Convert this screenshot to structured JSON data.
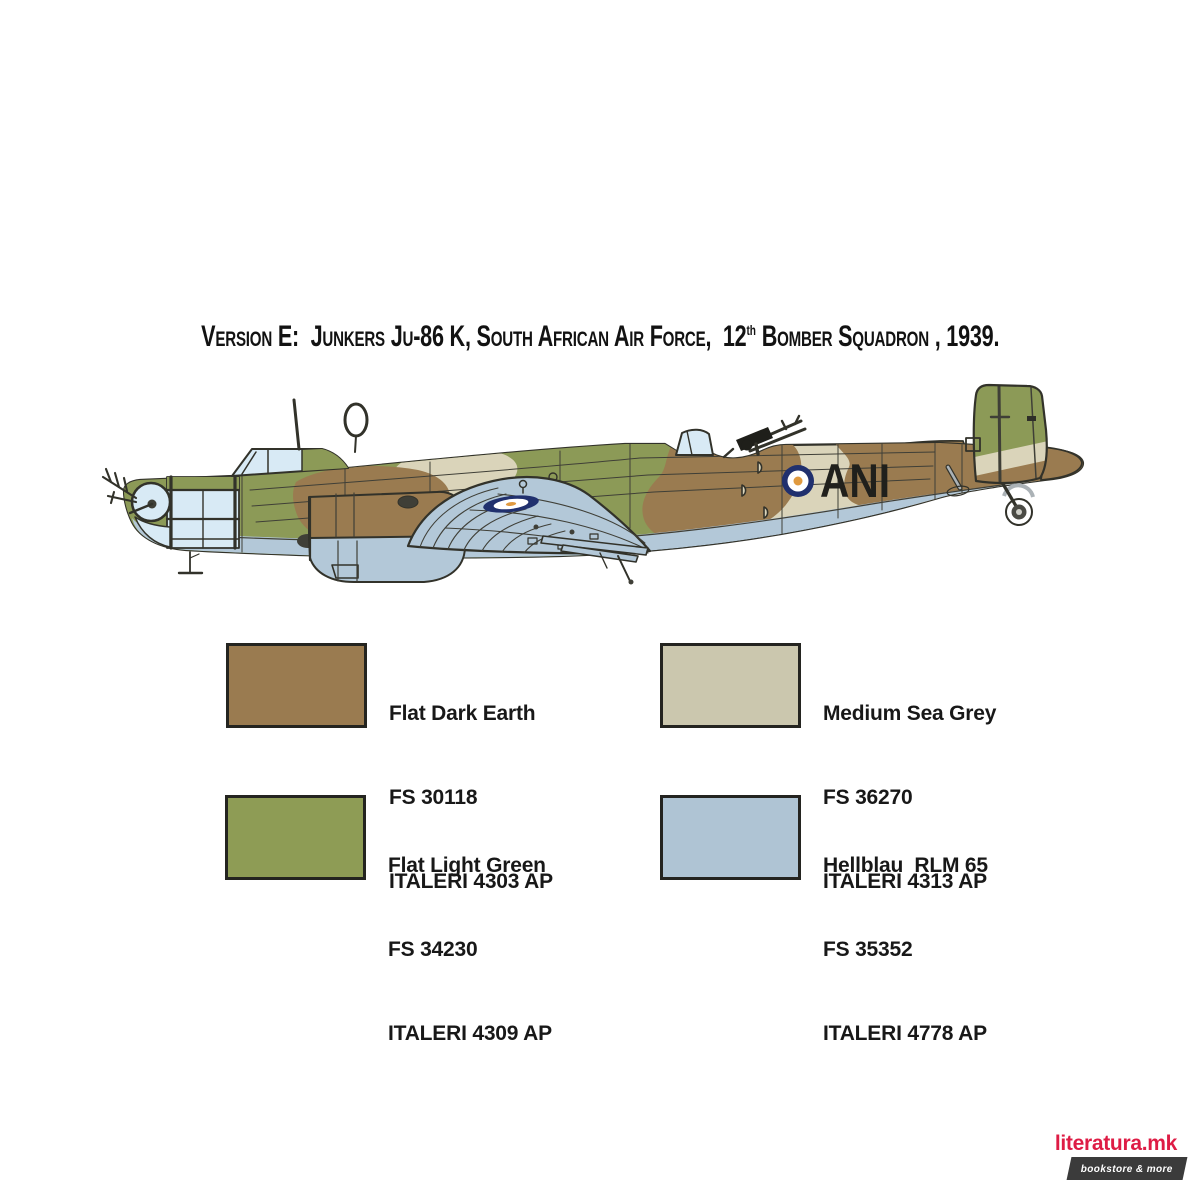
{
  "title": {
    "part1": "Version E:  Junkers Ju-86 K, South African Air Force,  12",
    "superscript": "th",
    "part2": " Bomber Squadron , 1939."
  },
  "aircraft": {
    "subject": "Junkers Ju-86 K side profile in South African Air Force camouflage",
    "squadron_code": "ANI",
    "fuselage_roundel_colors": {
      "ring": "#20306E",
      "middle": "#FFFFFF",
      "center": "#E09A40"
    }
  },
  "theme": {
    "green": "#8C9A57",
    "brown": "#9A7B50",
    "cream": "#DAD4BA",
    "hellblau": "#B3C8D8",
    "glass": "#D8EAF5",
    "outline": "#32322A",
    "dark": "#3F3F37",
    "navy": "#20306E",
    "orange": "#E09A40",
    "metal": "#ABB2B6",
    "red": "#DE1C45",
    "boxgrey": "#3B3B3B"
  },
  "paints": [
    {
      "name": "Flat Dark Earth",
      "fs": "FS 30118",
      "italeri": "ITALERI 4303 AP",
      "hex": "#9A7B50"
    },
    {
      "name": "Medium Sea Grey",
      "fs": "FS 36270",
      "italeri": "ITALERI 4313 AP",
      "hex": "#CBC7AE"
    },
    {
      "name": "Flat Light Green",
      "fs": "FS 34230",
      "italeri": "ITALERI 4309 AP",
      "hex": "#8E9C55"
    },
    {
      "name": "Hellblau  RLM 65",
      "fs": "FS 35352",
      "italeri": "ITALERI 4778 AP",
      "hex": "#AFC4D4"
    }
  ],
  "watermark": {
    "site": "literatura.mk",
    "tagline": "bookstore & more"
  }
}
